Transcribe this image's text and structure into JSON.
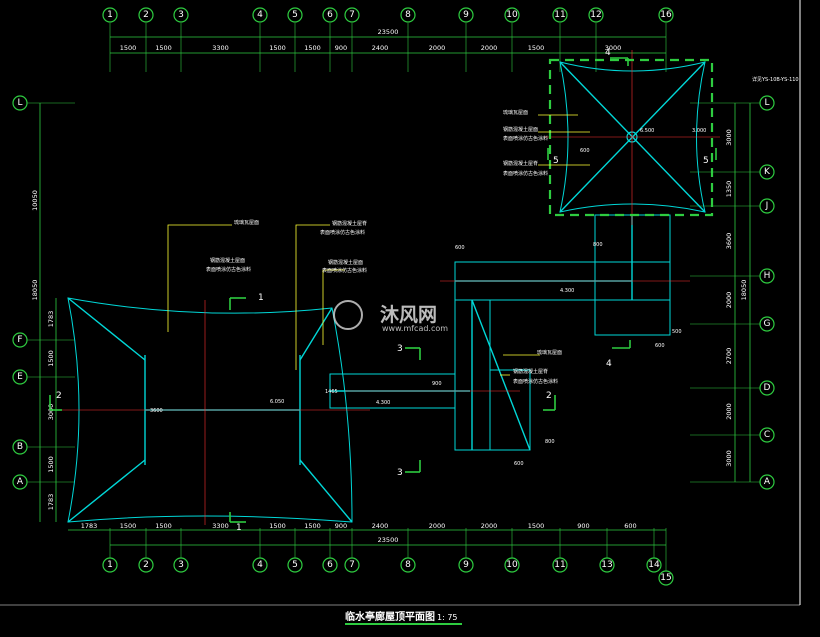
{
  "title": "临水亭廊屋顶平面图",
  "scale": "1: 75",
  "watermark": {
    "brand": "沐风网",
    "url": "www.mfcad.com"
  },
  "top_axes": [
    "1",
    "2",
    "3",
    "4",
    "5",
    "6",
    "7",
    "8",
    "9",
    "10",
    "11",
    "12",
    "16"
  ],
  "bottom_axes": [
    "1",
    "2",
    "3",
    "4",
    "5",
    "6",
    "7",
    "8",
    "9",
    "10",
    "11",
    "13",
    "14",
    "15"
  ],
  "left_axes": [
    "L",
    "F",
    "E",
    "B",
    "A"
  ],
  "right_axes": [
    "L",
    "K",
    "J",
    "H",
    "G",
    "D",
    "C",
    "A"
  ],
  "top_dims": [
    "1500",
    "1500",
    "3300",
    "1500",
    "1500",
    "900",
    "2400",
    "2000",
    "2000",
    "1500",
    "3000"
  ],
  "top_total": "23500",
  "bottom_dims": [
    "1783",
    "1500",
    "1500",
    "3300",
    "1500",
    "1500",
    "900",
    "2400",
    "2000",
    "2000",
    "1500",
    "900",
    "600"
  ],
  "bottom_total": "23500",
  "left_dims": [
    "10050",
    "18050",
    "1783",
    "1500",
    "3000",
    "1500",
    "1783"
  ],
  "right_dims": [
    "3000",
    "1350",
    "3600",
    "2000",
    "2700",
    "2000",
    "3000",
    "18050"
  ],
  "annotations": {
    "pavilion_top_ref": "详见YS-10B-YS-110",
    "roof_a": "琉璃瓦屋面",
    "roof_b": "钢筋混凝土屋面",
    "roof_c": "表面喷涂仿古色涂料",
    "roof_d": "钢筋混凝土屋脊",
    "roof_e": "表面喷涂仿古色涂料",
    "left_a": "琉璃瓦屋面",
    "left_b": "钢筋混凝土屋面",
    "left_c": "表面喷涂仿古色涂料",
    "left_d": "钢筋混凝土屋脊",
    "left_e": "表面喷涂仿古色涂料",
    "mid_a": "钢筋混凝土屋面",
    "mid_b": "表面喷涂仿古色涂料",
    "corr_a": "琉璃瓦屋面",
    "corr_b": "钢筋混凝土屋脊",
    "corr_c": "表面喷涂仿古色涂料"
  },
  "elevations": {
    "pav_top": "6.500",
    "pav_right": "3.000",
    "left_roof": "6.050",
    "corridor_1": "4.300",
    "corridor_2": "4.300"
  },
  "small_dims": {
    "d600a": "600",
    "d600b": "600",
    "d600c": "600",
    "d600d": "600",
    "d800": "800",
    "d1465": "1465",
    "d900": "900",
    "d3600": "3600",
    "d500": "500",
    "d800b": "800"
  },
  "sections": [
    "1",
    "1",
    "2",
    "2",
    "3",
    "3",
    "4",
    "4",
    "5",
    "5"
  ],
  "colors": {
    "axis": "#2ecc40",
    "roof_outline": "#00d7d7",
    "centerline": "#ff3030",
    "callout": "#ffff33",
    "background": "#000000"
  }
}
